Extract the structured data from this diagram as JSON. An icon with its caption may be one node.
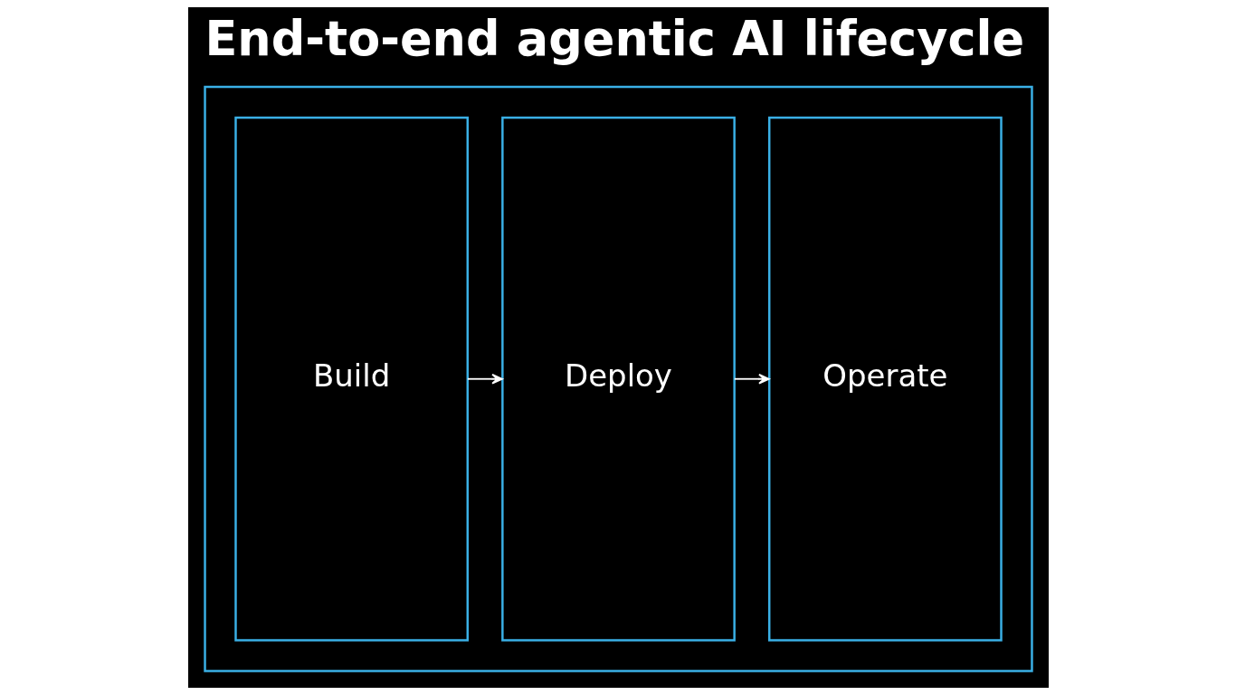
{
  "diagram": {
    "title": "End-to-end agentic AI lifecycle",
    "nodes": [
      {
        "text": [],
        "shape": "box"
      },
      {
        "text": [
          "Build"
        ],
        "in": 0
      },
      {
        "text": [
          "Deploy"
        ],
        "in": 0
      },
      {
        "text": [
          "Operate"
        ],
        "in": 0
      }
    ],
    "edges": [
      {
        "from": 1,
        "to": 2,
        "arrow": "to"
      },
      {
        "from": 2,
        "to": 3,
        "arrow": "to"
      }
    ]
  }
}
